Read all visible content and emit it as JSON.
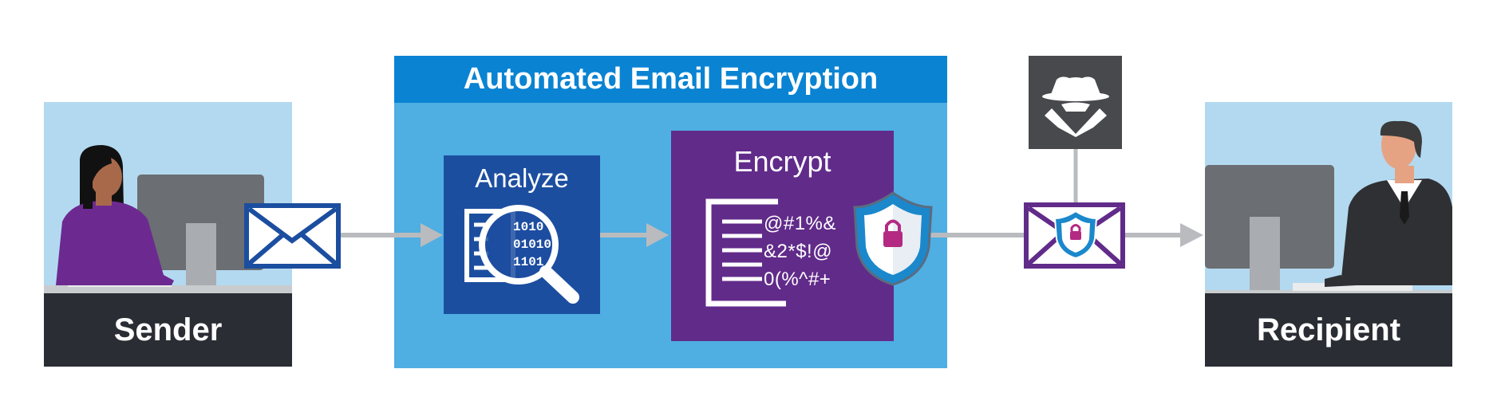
{
  "title": "Automated Email Encryption",
  "sender": {
    "label": "Sender"
  },
  "recipient": {
    "label": "Recipient"
  },
  "steps": {
    "analyze": {
      "label": "Analyze",
      "binary": [
        "1010",
        "01010",
        "1101"
      ]
    },
    "encrypt": {
      "label": "Encrypt",
      "ciphertext": [
        "@#1%&",
        "&2*$!@",
        "0(%^#+"
      ]
    }
  },
  "icons": {
    "sender_email": "envelope-icon",
    "analyze": "magnifier-document-icon",
    "encrypt": "shield-lock-icon",
    "interceptor": "spy-icon",
    "secure_email": "envelope-shield-icon"
  },
  "colors": {
    "enc_header": "#0a83d3",
    "enc_body": "#4faee2",
    "analyze": "#1c4ea0",
    "encrypt": "#612b8a",
    "label_bar": "#2a2d33",
    "panel_bg": "#b3d9f0",
    "arrow": "#b9bbbe",
    "spy_bg": "#48494d"
  }
}
